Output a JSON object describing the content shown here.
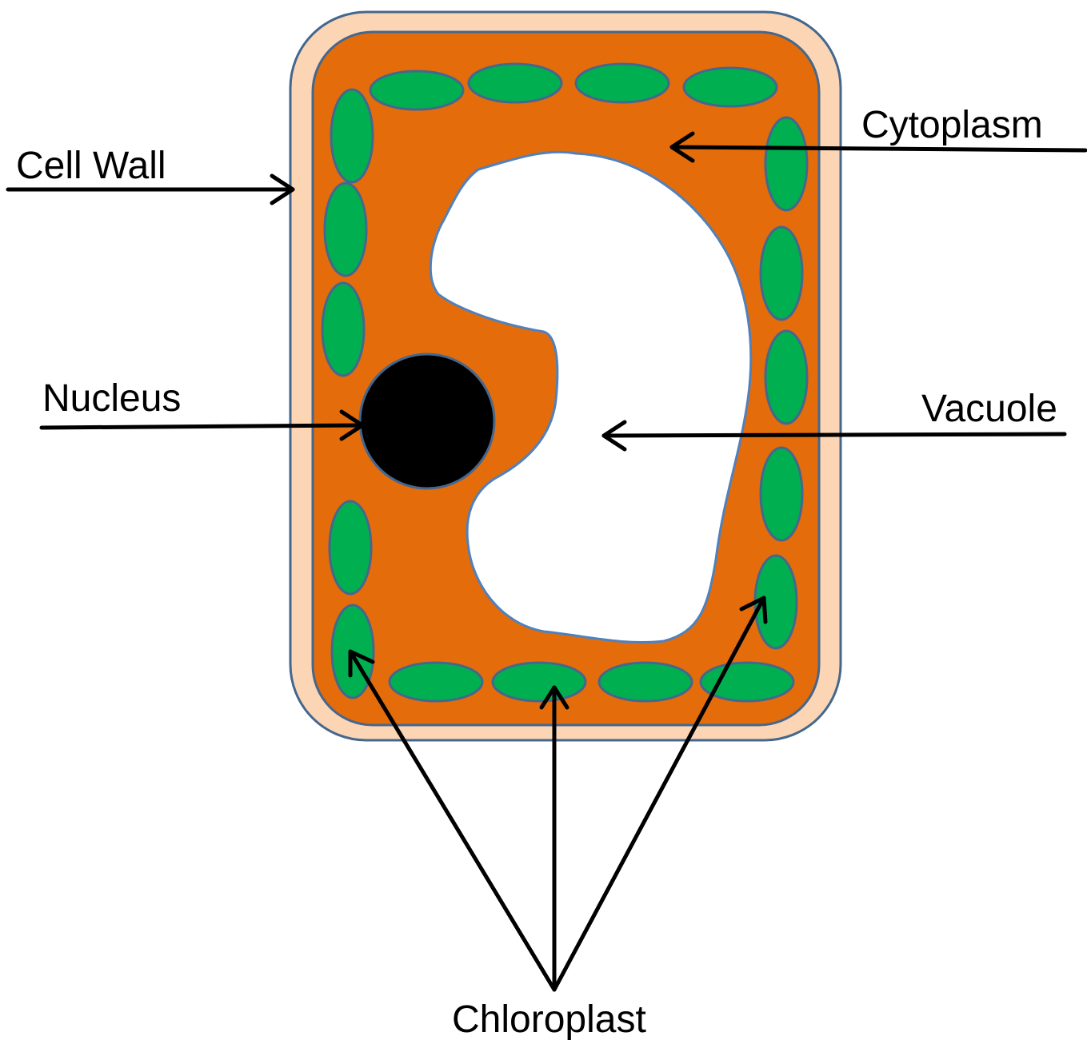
{
  "labels": {
    "cell_wall": "Cell Wall",
    "cytoplasm": "Cytoplasm",
    "nucleus": "Nucleus",
    "vacuole": "Vacuole",
    "chloroplast": "Chloroplast"
  },
  "colors": {
    "cell_wall_fill": "#fcd5b5",
    "outline": "#44678e",
    "cytoplasm_fill": "#e46c0a",
    "chloroplast_fill": "#00b050",
    "vacuole_fill": "#ffffff",
    "vacuole_outline": "#4f81bd",
    "nucleus_fill": "#000000",
    "arrow": "#000000"
  }
}
